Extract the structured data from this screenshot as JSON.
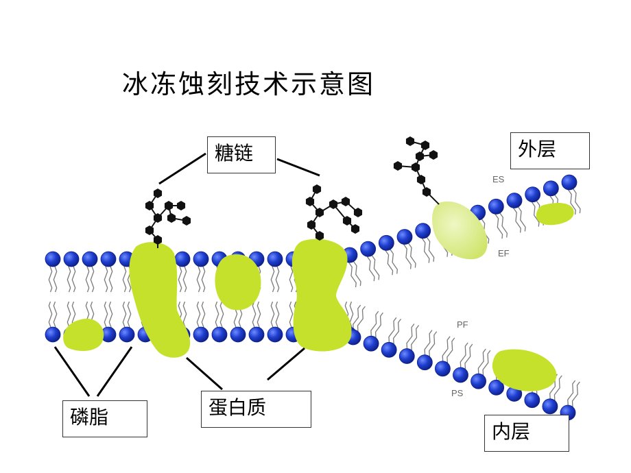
{
  "title": "冰冻蚀刻技术示意图",
  "labels": {
    "sugar_chain": "糖链",
    "outer_layer": "外层",
    "phospholipid": "磷脂",
    "protein": "蛋白质",
    "inner_layer": "内层"
  },
  "face_markers": {
    "es": "ES",
    "ef": "EF",
    "pf": "PF",
    "ps": "PS"
  },
  "colors": {
    "lipid_head": "#1f3fd0",
    "lipid_head_dark": "#0d1e86",
    "lipid_tail": "#7a7a7a",
    "protein": "#c6e12b",
    "protein_light": "#d9ee8a",
    "sugar": "#111111",
    "line": "#000000"
  },
  "icons": {
    "sugar_unit": "hexagon",
    "lipid_head": "sphere"
  }
}
